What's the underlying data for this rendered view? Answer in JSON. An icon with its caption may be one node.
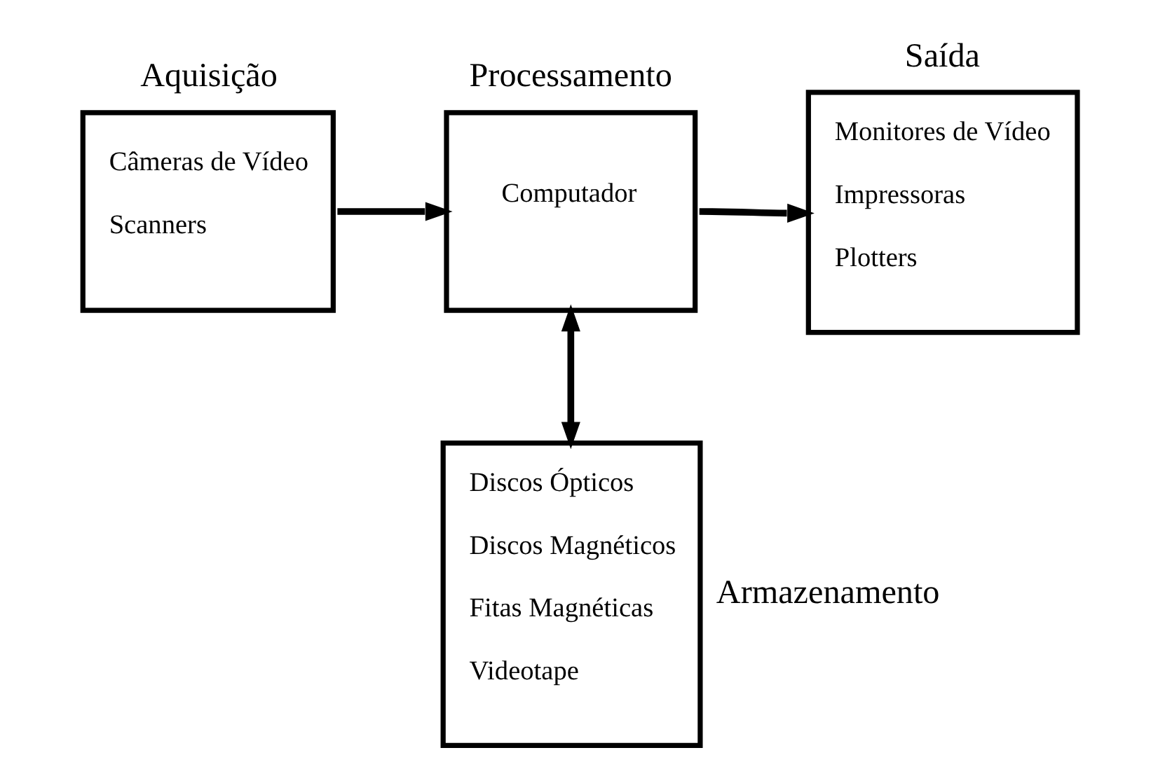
{
  "diagram": {
    "nodes": [
      {
        "text": [
          "Aquisição",
          "Câmeras de Vídeo",
          "Scanners"
        ]
      },
      {
        "text": [
          "Processamento",
          "Computador"
        ]
      },
      {
        "text": [
          "Saída",
          "Monitores de Vídeo",
          "Impressoras",
          "Plotters"
        ]
      },
      {
        "text": [
          "Armazenamento",
          "Discos Ópticos",
          "Discos Magnéticos",
          "Fitas Magnéticas",
          "Videotape"
        ]
      }
    ],
    "edges": [
      {
        "from": 0,
        "to": 1,
        "arrow": "to"
      },
      {
        "from": 1,
        "to": 2,
        "arrow": "to"
      },
      {
        "from": 1,
        "to": 3,
        "arrow": "both"
      }
    ]
  }
}
